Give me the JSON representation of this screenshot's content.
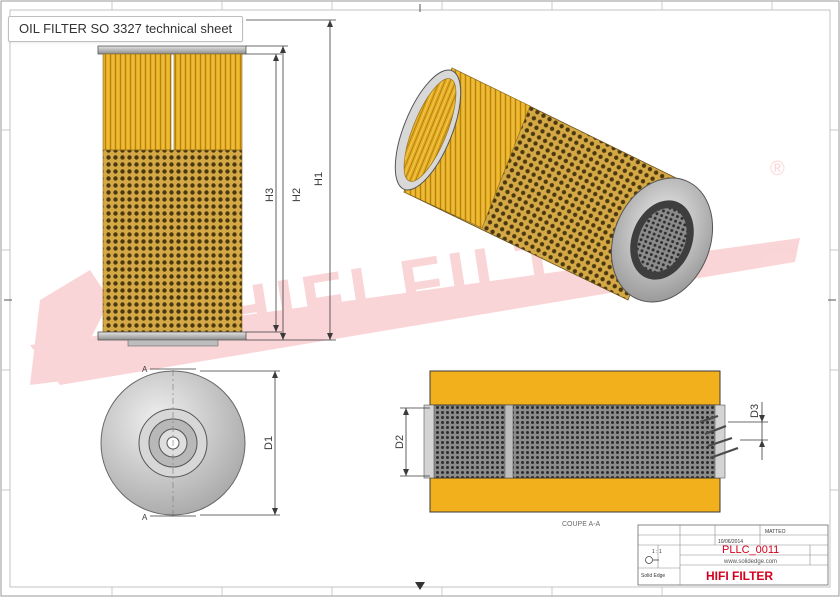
{
  "window": {
    "title": "OIL FILTER SO 3327 technical sheet"
  },
  "dimensions": {
    "h1": "H1",
    "h2": "H2",
    "h3": "H3",
    "d1": "D1",
    "d2": "D2",
    "d3": "D3"
  },
  "section": {
    "marker": "A",
    "label": "COUPE A-A"
  },
  "watermark": {
    "text": "HIFI FILTER",
    "registered": "®"
  },
  "title_block": {
    "date": "10/06/2014",
    "scale": "1 : 1",
    "drawing_number": "PLLC_0011",
    "website": "www.solidedge.com",
    "software": "Solid Edge",
    "company": "HIFI FILTER",
    "author": "MATTEO"
  },
  "colors": {
    "filter_media": "#e6ae1e",
    "perforated": "#cfa43b",
    "metal": "#c9c9c9",
    "dimension": "#3a3a3a",
    "watermark": "#e5000d",
    "brand": "#d6001c",
    "section_fill": "#f2b01c"
  }
}
